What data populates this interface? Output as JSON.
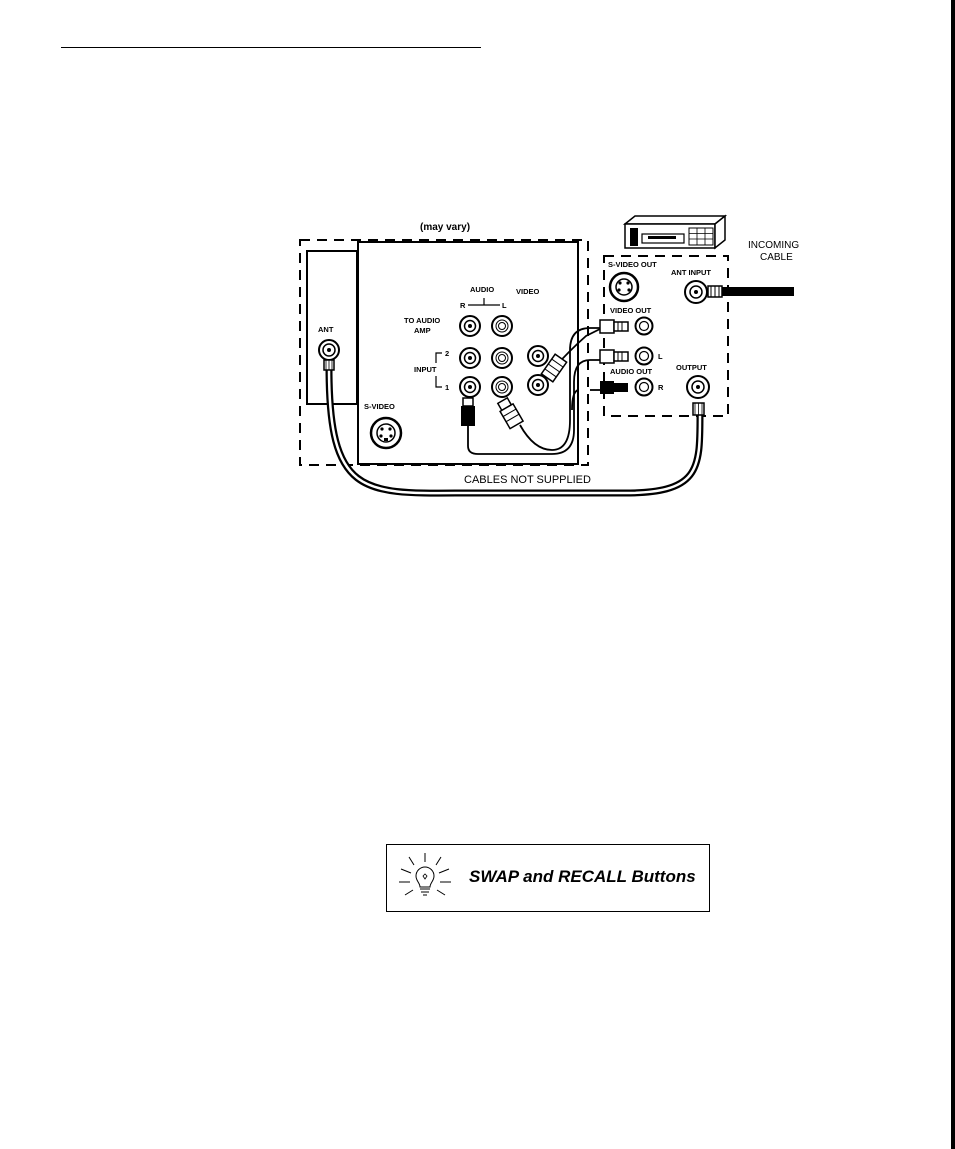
{
  "diagram": {
    "tv_panel_label": "(may vary)",
    "ant_label": "ANT",
    "audio_label": "AUDIO",
    "audio_r": "R",
    "audio_l": "L",
    "video_label": "VIDEO",
    "to_audio_amp_line1": "TO AUDIO",
    "to_audio_amp_line2": "AMP",
    "input_label": "INPUT",
    "input_2": "2",
    "input_1": "1",
    "svideo_label": "S-VIDEO",
    "vcr_svideo_out": "S-VIDEO OUT",
    "vcr_ant_input": "ANT INPUT",
    "vcr_video_out": "VIDEO OUT",
    "vcr_l": "L",
    "vcr_audio_out": "AUDIO OUT",
    "vcr_r": "R",
    "vcr_output": "OUTPUT",
    "incoming_line1": "INCOMING",
    "incoming_line2": "CABLE",
    "cables_note": "CABLES NOT SUPPLIED"
  },
  "tip": {
    "title": "SWAP and RECALL Buttons",
    "icon": "lightbulb-icon"
  }
}
